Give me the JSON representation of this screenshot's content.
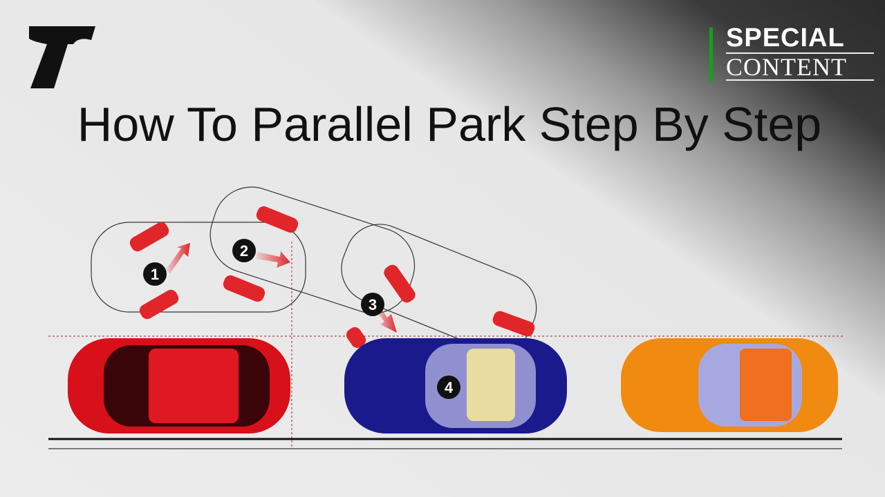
{
  "badge": {
    "line1": "SPECIAL",
    "line2": "CONTENT",
    "accent": "#0fa31a"
  },
  "title": "How To Parallel Park Step By Step",
  "steps": [
    "1",
    "2",
    "3",
    "4"
  ],
  "colors": {
    "front_car": "#d8101a",
    "parking_car": "#1a1a8c",
    "rear_car": "#f08a10",
    "wheel_marker": "#e0262b"
  }
}
